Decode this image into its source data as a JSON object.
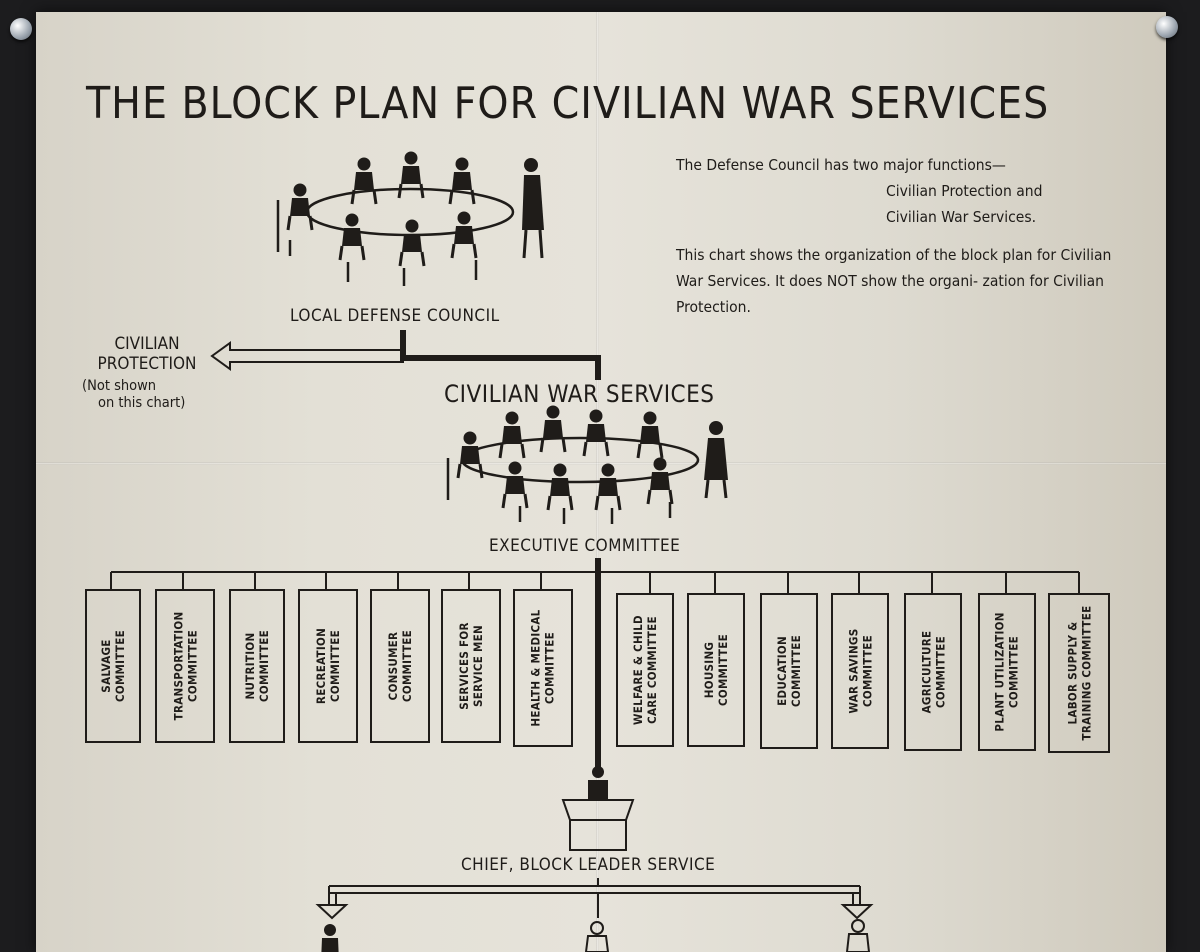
{
  "title": "THE BLOCK PLAN FOR CIVILIAN WAR SERVICES",
  "intro": {
    "line1": "The Defense Council has two major functions—",
    "line2": "Civilian Protection and",
    "line3": "Civilian War Services.",
    "paragraph": "This chart shows the organization of the block plan for Civilian War Services.  It does NOT show the organi- zation for Civilian Protection."
  },
  "local_council_label": "LOCAL DEFENSE COUNCIL",
  "civilian_protection": {
    "label_line1": "CIVILIAN",
    "label_line2": "PROTECTION",
    "note_line1": "(Not shown",
    "note_line2": "on this chart)"
  },
  "war_services_label": "CIVILIAN WAR SERVICES",
  "executive_committee_label": "EXECUTIVE COMMITTEE",
  "committees": [
    "SALVAGE\nCOMMITTEE",
    "TRANSPORTATION\nCOMMITTEE",
    "NUTRITION\nCOMMITTEE",
    "RECREATION\nCOMMITTEE",
    "CONSUMER\nCOMMITTEE",
    "SERVICES FOR\nSERVICE MEN",
    "HEALTH & MEDICAL\nCOMMITTEE",
    "WELFARE & CHILD\nCARE COMMITTEE",
    "HOUSING\nCOMMITTEE",
    "EDUCATION\nCOMMITTEE",
    "WAR SAVINGS\nCOMMITTEE",
    "AGRICULTURE\nCOMMITTEE",
    "PLANT UTILIZATION\nCOMMITTEE",
    "LABOR SUPPLY &\nTRAINING COMMITTEE"
  ],
  "chief_label": "CHIEF, BLOCK LEADER SERVICE",
  "icons": [
    "meeting-table-icon",
    "arrow-left-icon",
    "desk-person-icon",
    "arrow-down-icon",
    "person-icon",
    "pushpin-icon"
  ],
  "colors": {
    "paper": "#e3e0d6",
    "ink": "#1f1c19",
    "background": "#1c1c1e"
  }
}
